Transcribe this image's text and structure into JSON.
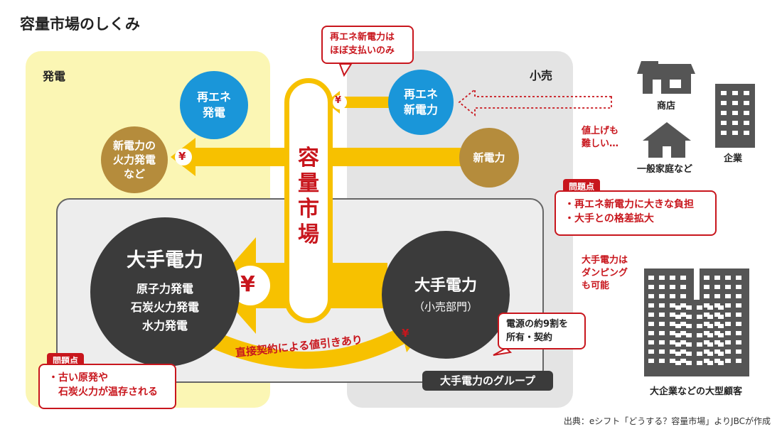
{
  "title": "容量市場のしくみ",
  "regions": {
    "generation": "発電",
    "retail": "小売"
  },
  "nodes": {
    "renewable_gen": "再エネ\n発電",
    "new_power_thermal": "新電力の\n火力発電\nなど",
    "major_power_title": "大手電力",
    "major_power_sources": "原子力発電\n石炭火力発電\n水力発電",
    "renewable_new_power": "再エネ\n新電力",
    "new_power": "新電力",
    "major_retail_title": "大手電力",
    "major_retail_sub": "（小売部門）"
  },
  "capacity_market": "容\n量\n市\n場",
  "callouts": {
    "renewable_payment": "再エネ新電力は\nほぼ支払いのみ",
    "power_share": "電源の約9割を\n所有・契約",
    "problems_right_label": "問題点",
    "problems_right": "・再エネ新電力に大きな負担\n・大手との格差拡大",
    "problems_left_label": "問題点",
    "problems_left": "・古い原発や\n　石炭火力が温存される"
  },
  "notes": {
    "price_raise": "値上げも\n難しい…",
    "dumping": "大手電力は\nダンピング\nも可能",
    "direct_contract": "直接契約による値引きあり"
  },
  "customers": {
    "shop": "商店",
    "company": "企業",
    "household": "一般家庭など",
    "large": "大企業などの大型顧客"
  },
  "group_label": "大手電力のグループ",
  "yen": "¥",
  "source": "出典：eシフト「どうする？容量市場」よりJBCが作成",
  "colors": {
    "yellow_bg": "#fbf6b4",
    "gray_bg": "#e6e6e6",
    "arrow": "#f7c100",
    "accent_red": "#c8161d",
    "blue": "#1a96d9",
    "gold": "#b58c3c",
    "dark": "#3b3b3b"
  }
}
